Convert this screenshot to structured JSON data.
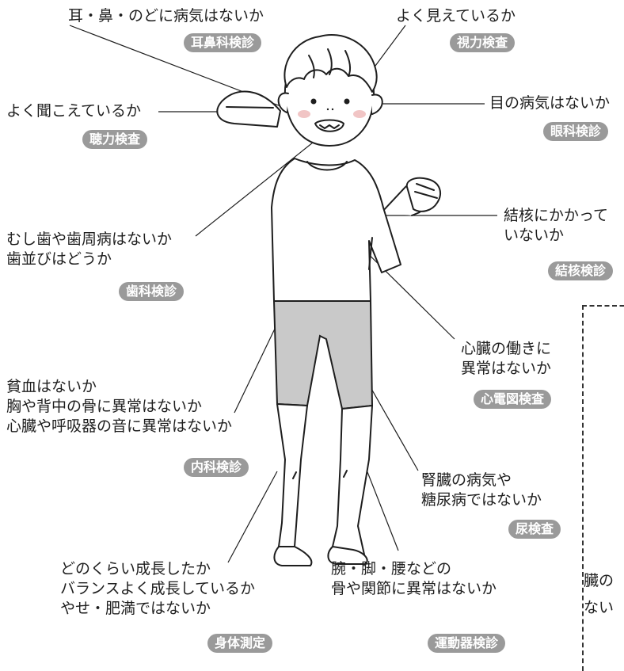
{
  "annotations": {
    "ent": {
      "lines": [
        "耳・鼻・のどに病気はないか"
      ],
      "badge": "耳鼻科検診"
    },
    "vision": {
      "lines": [
        "よく見えているか"
      ],
      "badge": "視力検査"
    },
    "hearing": {
      "lines": [
        "よく聞こえているか"
      ],
      "badge": "聴力検査"
    },
    "eye": {
      "lines": [
        "目の病気はないか"
      ],
      "badge": "眼科検診"
    },
    "tb": {
      "lines": [
        "結核にかかって",
        "いないか"
      ],
      "badge": "結核検診"
    },
    "dental": {
      "lines": [
        "むし歯や歯周病はないか",
        "歯並びはどうか"
      ],
      "badge": "歯科検診"
    },
    "ecg": {
      "lines": [
        "心臓の働きに",
        "異常はないか"
      ],
      "badge": "心電図検査"
    },
    "internal": {
      "lines": [
        "貧血はないか",
        "胸や背中の骨に異常はないか",
        "心臓や呼吸器の音に異常はないか"
      ],
      "badge": "内科検診"
    },
    "urine": {
      "lines": [
        "腎臓の病気や",
        "糖尿病ではないか"
      ],
      "badge": "尿検査"
    },
    "body": {
      "lines": [
        "どのくらい成長したか",
        "バランスよく成長しているか",
        "やせ・肥満ではないか"
      ],
      "badge": "身体測定"
    },
    "motor": {
      "lines": [
        "腕・脚・腰などの",
        "骨や関節に異常はないか"
      ],
      "badge": "運動器検診"
    }
  },
  "side_fragments": [
    "臓の",
    "ない"
  ],
  "colors": {
    "badge": "#9a9a9a",
    "shorts": "#c9c9c9",
    "blush": "#f1c5c5",
    "ink": "#1e1e1e"
  }
}
